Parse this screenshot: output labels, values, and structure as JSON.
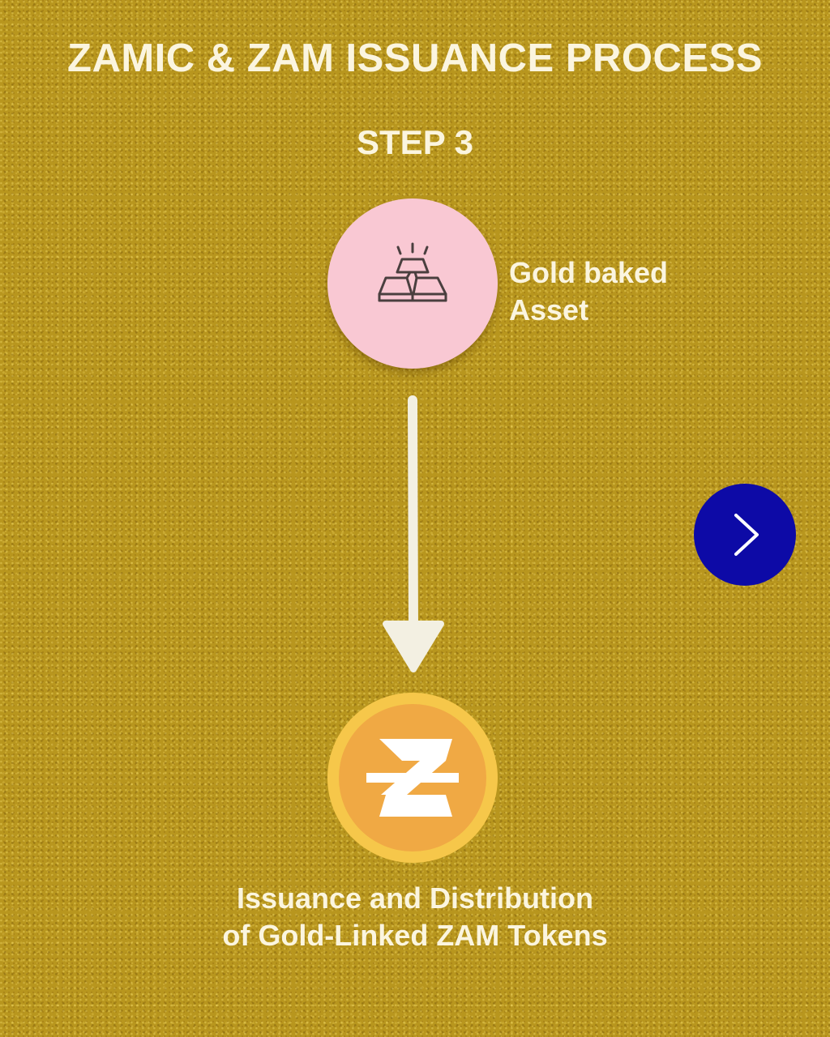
{
  "title": "ZAMIC & ZAM ISSUANCE PROCESS",
  "step": "STEP 3",
  "source_node": {
    "label_line1": "Gold baked",
    "label_line2": "Asset",
    "icon": "gold-bars-icon",
    "circle_color": "#f9c8d3"
  },
  "target_node": {
    "label_line1": "Issuance and Distribution",
    "label_line2": "of Gold-Linked ZAM Tokens",
    "icon": "zam-token-logo-icon",
    "circle_color": "#f0a944"
  },
  "next_button": {
    "icon": "chevron-right-icon",
    "color": "#0d0aa6"
  },
  "colors": {
    "background": "#b8961e",
    "text": "#fbf5df",
    "arrow": "#f3f0e2"
  }
}
